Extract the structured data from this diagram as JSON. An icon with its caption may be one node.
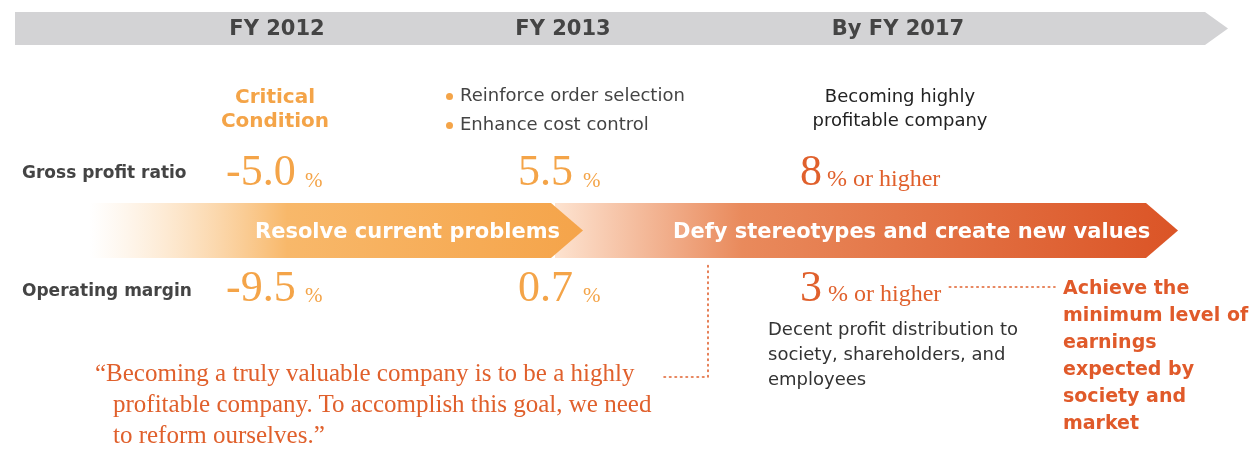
{
  "diagram": {
    "nodes": [
      {
        "text": [
          "Resolve current problems"
        ]
      },
      {
        "text": [
          "Defy stereotypes and create new values"
        ]
      },
      {
        "text": [
          "“Becoming a truly valuable company is to be a highly profitable company. To accomplish this goal, we need to reform ourselves.”"
        ]
      },
      {
        "text": [
          "3",
          "% or higher"
        ]
      },
      {
        "text": [
          "Achieve the minimum level of earnings expected by society and market"
        ]
      }
    ],
    "edges": [
      {
        "from": 2,
        "to": 1,
        "arrow": "none",
        "style": "dashed"
      },
      {
        "from": 3,
        "to": 4,
        "arrow": "none",
        "style": "dashed"
      }
    ],
    "labels": [
      "FY 2012",
      "FY 2013",
      "By FY 2017",
      "Critical Condition",
      "Reinforce order selection",
      "Enhance cost control",
      "Becoming highly profitable company",
      "Gross profit ratio",
      "-5.0",
      "%",
      "5.5",
      "%",
      "8",
      "% or higher",
      "Operating margin",
      "-9.5",
      "%",
      "0.7",
      "%",
      "Decent profit distribution to society, shareholders, and employees"
    ]
  }
}
